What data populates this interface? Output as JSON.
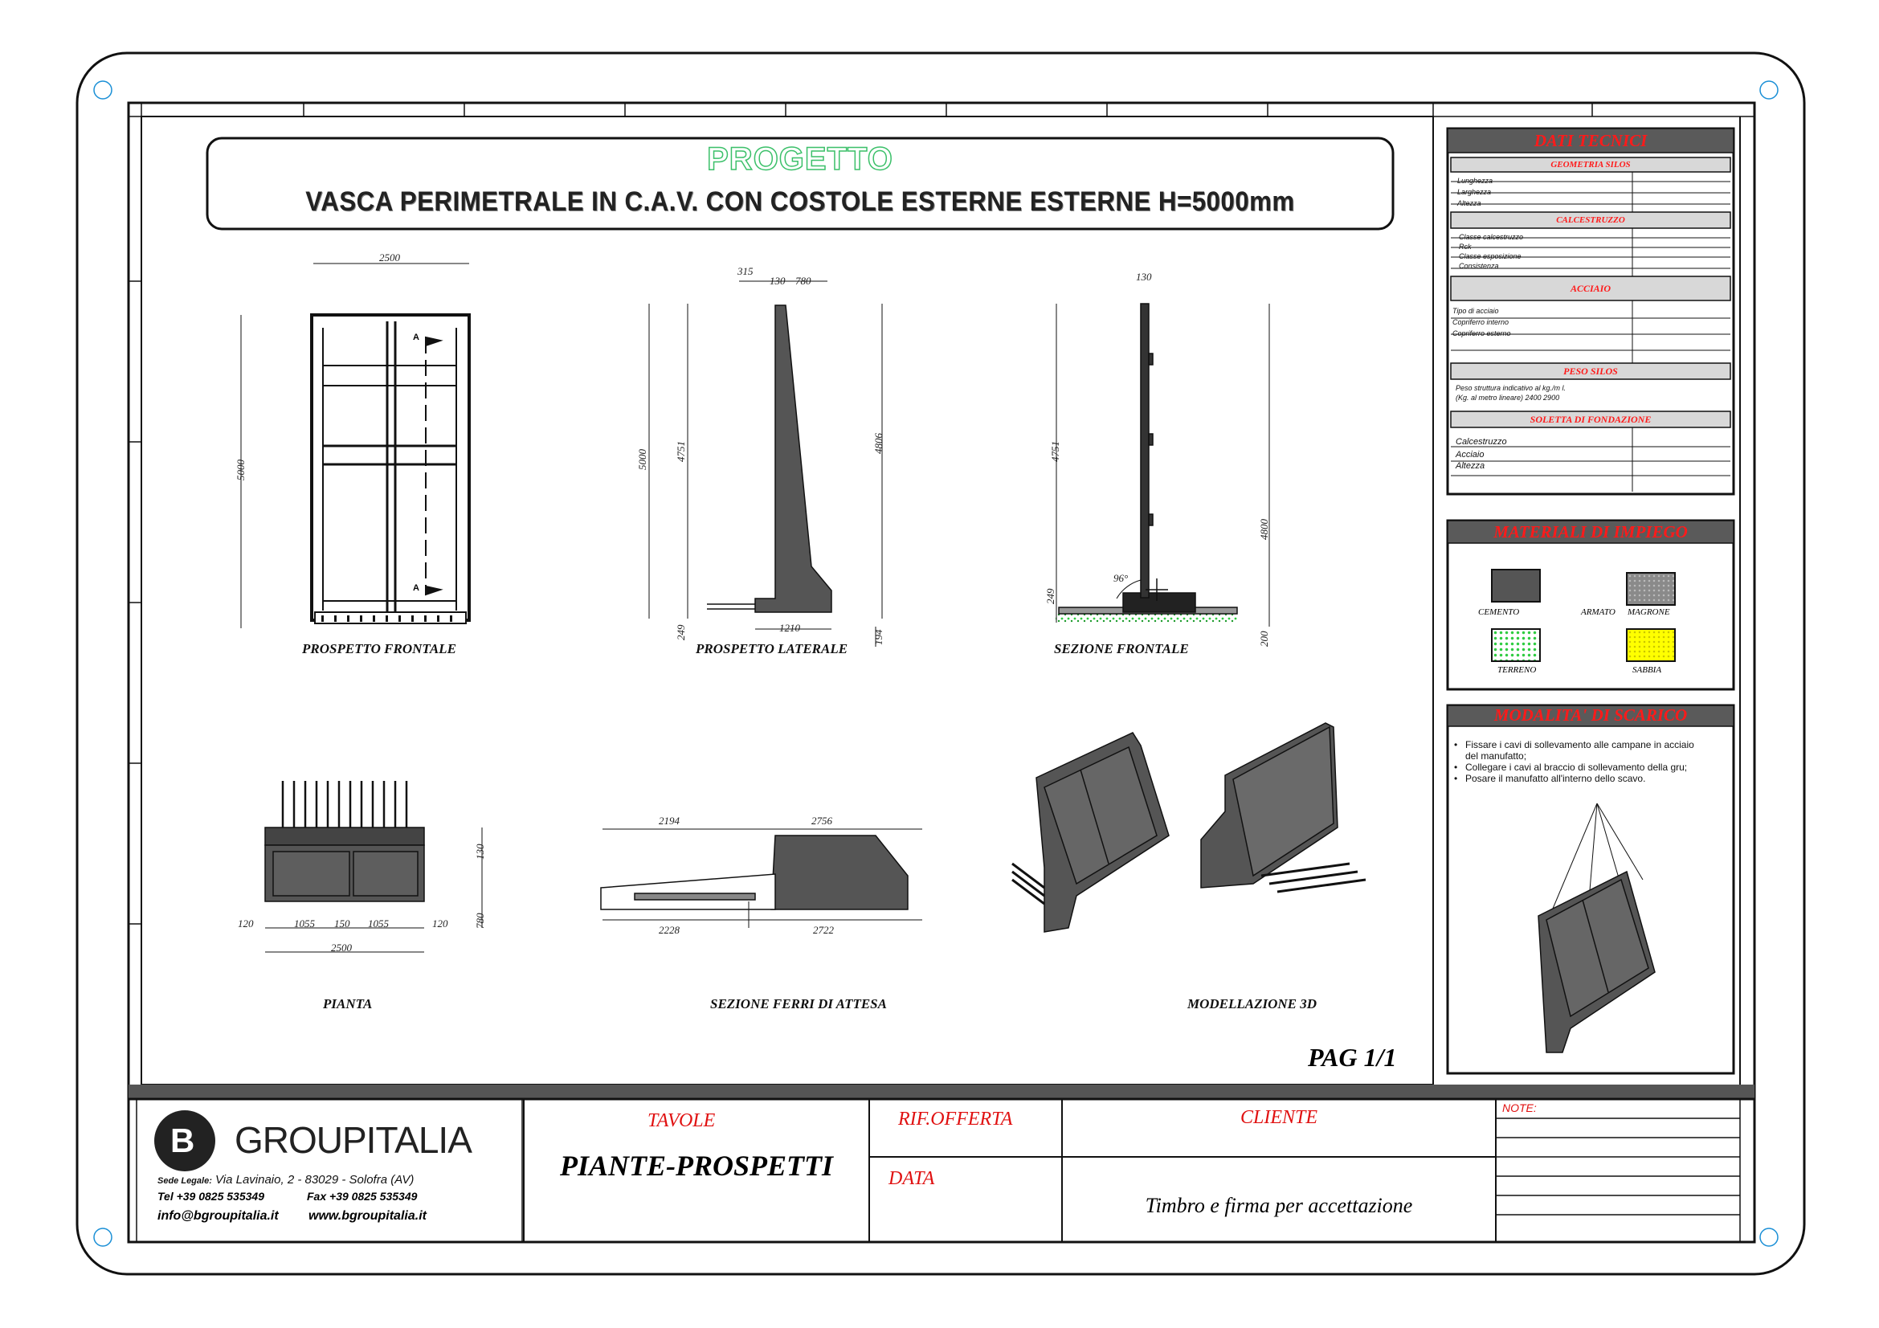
{
  "header": {
    "project_label": "PROGETTO",
    "title": "VASCA PERIMETRALE IN C.A.V. CON COSTOLE ESTERNE  ESTERNE H=5000mm"
  },
  "drawings": {
    "prospetto_frontale": {
      "label": "PROSPETTO FRONTALE",
      "width": "2500",
      "height": "5000",
      "section_mark": "A"
    },
    "prospetto_laterale": {
      "label": "PROSPETTO LATERALE",
      "d315": "315",
      "d130": "130",
      "d780": "780",
      "h5000": "5000",
      "h4751": "4751",
      "h4806": "4806",
      "base": "1210",
      "d249": "249",
      "d194": "194"
    },
    "sezione_frontale": {
      "label": "SEZIONE FRONTALE",
      "d130": "130",
      "h4751": "4751",
      "h4800": "4800",
      "d249": "249",
      "d200": "200",
      "angle": "96°"
    },
    "pianta": {
      "label": "PIANTA",
      "d120a": "120",
      "d1055a": "1055",
      "d150": "150",
      "d1055b": "1055",
      "d120b": "120",
      "total": "2500",
      "h130": "130",
      "h780": "780"
    },
    "sezione_ferri": {
      "label": "SEZIONE FERRI DI ATTESA",
      "top_left": "2194",
      "top_right": "2756",
      "bot_left": "2228",
      "bot_right": "2722"
    },
    "modellazione": {
      "label": "MODELLAZIONE 3D"
    }
  },
  "page_number": "PAG 1/1",
  "dati_tecnici": {
    "title": "DATI TECNICI",
    "sections": [
      {
        "title": "GEOMETRIA  SILOS",
        "rows": [
          "Lunghezza",
          "Larghezza",
          "Altezza"
        ]
      },
      {
        "title": "CALCESTRUZZO",
        "rows": [
          "Classe calcestruzzo",
          "Rck",
          "Classe esposizione",
          "Consistenza"
        ]
      },
      {
        "title": "ACCIAIO",
        "rows": [
          "Tipo di acciaio",
          "Copriferro interno",
          "Copriferro esterno"
        ]
      },
      {
        "title": "PESO SILOS",
        "rows": [
          "Peso struttura indicativo al kg./m l.",
          "(Kg. al metro lineare) 2400 2900"
        ]
      },
      {
        "title": "SOLETTA DI FONDAZIONE",
        "rows": [
          "Calcestruzzo",
          "Acciaio",
          "Altezza"
        ]
      }
    ]
  },
  "materiali": {
    "title": "MATERIALI DI IMPIEGO",
    "items": [
      {
        "name": "CEMENTO",
        "color": "#555555"
      },
      {
        "name": "ARMATO",
        "color": ""
      },
      {
        "name": "MAGRONE",
        "color": "#8a8a8a"
      },
      {
        "name": "TERRENO",
        "color": "#2ecc40"
      },
      {
        "name": "SABBIA",
        "color": "#ffff00"
      }
    ]
  },
  "modalita": {
    "title": "MODALITA' DI SCARICO",
    "steps": [
      "Fissare i cavi di sollevamento alle campane in acciaio",
      "del manufatto;",
      "Collegare i cavi al braccio di sollevamento della gru;",
      "Posare il manufatto all'interno dello scavo."
    ]
  },
  "footer": {
    "logo_letter": "B",
    "brand": "GROUPITALIA",
    "address_prefix": "Sede Legale:",
    "address": "Via Lavinaio, 2 - 83029 - Solofra (AV)",
    "tel": "Tel  +39 0825 535349",
    "fax": "Fax  +39 0825 535349",
    "email": "info@bgroupitalia.it",
    "web": "www.bgroupitalia.it",
    "tavole_label": "TAVOLE",
    "tavole_value": "PIANTE-PROSPETTI",
    "rif_offerta_label": "RIF.OFFERTA",
    "data_label": "DATA",
    "cliente_label": "CLIENTE",
    "timbro": "Timbro e firma per accettazione",
    "note_label": "NOTE:"
  },
  "colors": {
    "concrete": "#555555",
    "panel_header": "#5a5a5a",
    "accent_red": "#ff1a1a",
    "project_green": "#3cc06a"
  }
}
